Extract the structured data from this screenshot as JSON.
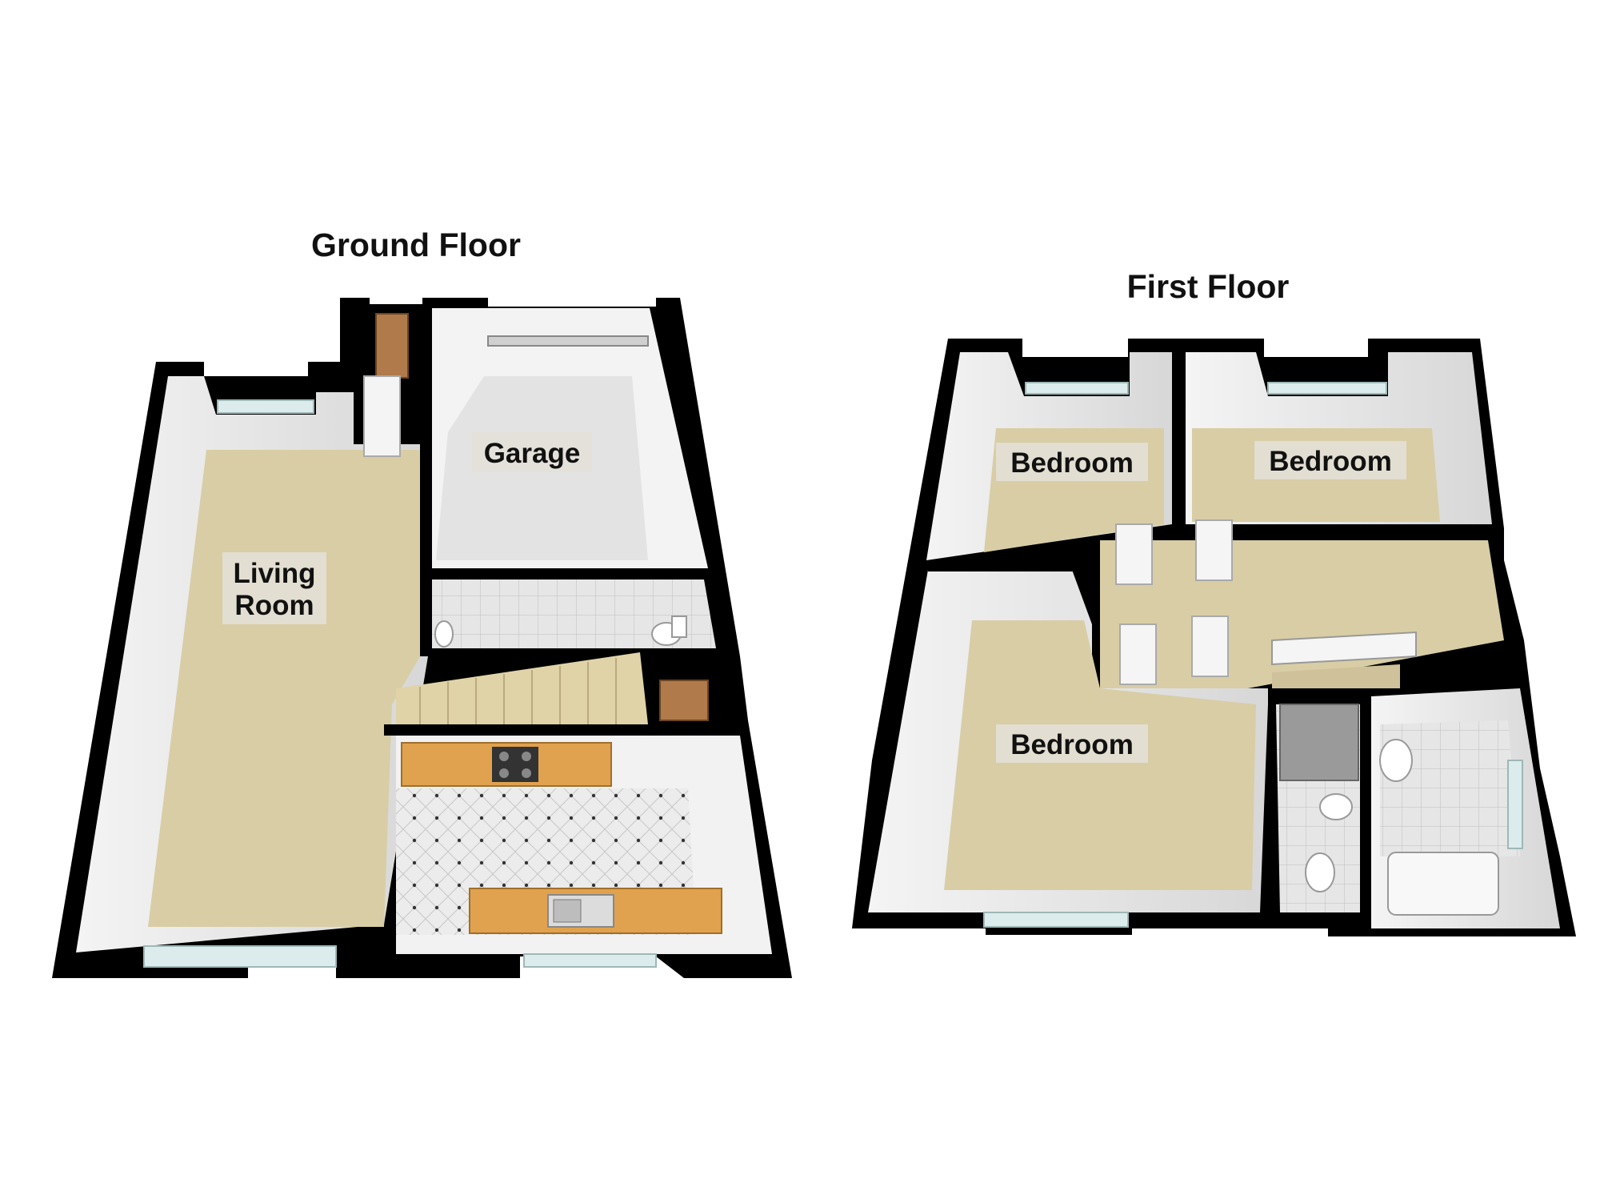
{
  "floors": [
    {
      "title": "Ground Floor",
      "rooms": [
        {
          "name": "Living Room",
          "lines": [
            "Living",
            "Room"
          ]
        },
        {
          "name": "Garage",
          "lines": [
            "Garage"
          ]
        },
        {
          "name": "WC",
          "lines": []
        },
        {
          "name": "Kitchen",
          "lines": []
        },
        {
          "name": "Stairs",
          "lines": []
        }
      ]
    },
    {
      "title": "First Floor",
      "rooms": [
        {
          "name": "Bedroom 1",
          "lines": [
            "Bedroom"
          ]
        },
        {
          "name": "Bedroom 2",
          "lines": [
            "Bedroom"
          ]
        },
        {
          "name": "Bedroom 3",
          "lines": [
            "Bedroom"
          ]
        },
        {
          "name": "Landing",
          "lines": []
        },
        {
          "name": "Shower Room",
          "lines": []
        },
        {
          "name": "Bathroom",
          "lines": []
        }
      ]
    }
  ],
  "colors": {
    "wall": "#000000",
    "carpet": "#d9cfa8",
    "garage_floor": "#e0e0e0",
    "tile": "#ebebeb",
    "worktop": "#e0a24e",
    "window": "#d8ecec",
    "door": "#b07a4a"
  }
}
